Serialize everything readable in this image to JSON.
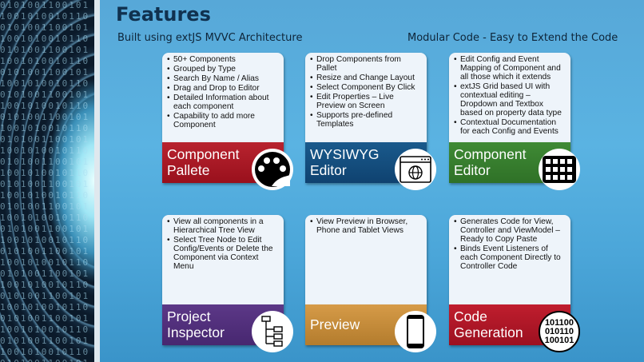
{
  "header": {
    "title": "Features",
    "subtitle_left": "Built using extJS MVVC Architecture",
    "subtitle_right": "Modular Code - Easy to Extend the Code"
  },
  "cards": [
    {
      "title_line1": "Component",
      "title_line2": "Pallete",
      "color": "#a8192a",
      "icon": "palette-icon",
      "bullets": [
        "50+ Components",
        "Grouped  by Type",
        "Search By Name  / Alias",
        "Drag and Drop to Editor",
        "Detailed  Information  about each component",
        "Capability  to add more Component"
      ]
    },
    {
      "title_line1": "WYSIWYG",
      "title_line2": "Editor",
      "color": "#15507f",
      "icon": "browser-globe-icon",
      "bullets": [
        "Drop Components  from Pallet",
        "Resize  and  Change  Layout",
        "Select  Component  By Click",
        "Edit Properties  – Live Preview  on Screen",
        "Supports  pre-defined Templates"
      ]
    },
    {
      "title_line1": "Component",
      "title_line2": "Editor",
      "color": "#387f2f",
      "icon": "grid-icon",
      "bullets": [
        "Edit Config and Event Mapping  of Component  and all those which  it extends",
        "extJS  Grid based UI with contextual  editing  – Dropdown  and Textbox based on property  data type",
        "Contextual  Documentation for each Config and Events"
      ]
    },
    {
      "title_line1": "Project",
      "title_line2": "Inspector",
      "color": "#52307c",
      "icon": "tree-hierarchy-icon",
      "bullets": [
        "View all components  in a Hierarchical  Tree View",
        "Select  Tree Node  to Edit Config/Events  or Delete  the Component  via Context Menu"
      ]
    },
    {
      "title_line1": "Preview",
      "title_line2": "",
      "color": "#c68b3a",
      "icon": "smartphone-icon",
      "bullets": [
        "View Preview  in Browser, Phone  and Tablet  Views"
      ]
    },
    {
      "title_line1": "Code",
      "title_line2": "Generation",
      "color": "#ae1726",
      "icon": "binary-code-icon",
      "icon_text": [
        "101100",
        "010110",
        "100101"
      ],
      "bullets": [
        "Generates  Code for View, Controller  and ViewModel  – Ready to Copy Paste",
        "Binds Event Listeners  of each Component  Directly to Controller  Code"
      ]
    }
  ]
}
